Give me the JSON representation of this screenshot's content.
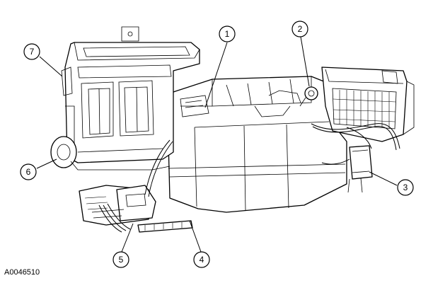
{
  "figure_ref": "A0046510",
  "callouts": [
    {
      "label": "1"
    },
    {
      "label": "2"
    },
    {
      "label": "3"
    },
    {
      "label": "4"
    },
    {
      "label": "5"
    },
    {
      "label": "6"
    },
    {
      "label": "7"
    }
  ]
}
